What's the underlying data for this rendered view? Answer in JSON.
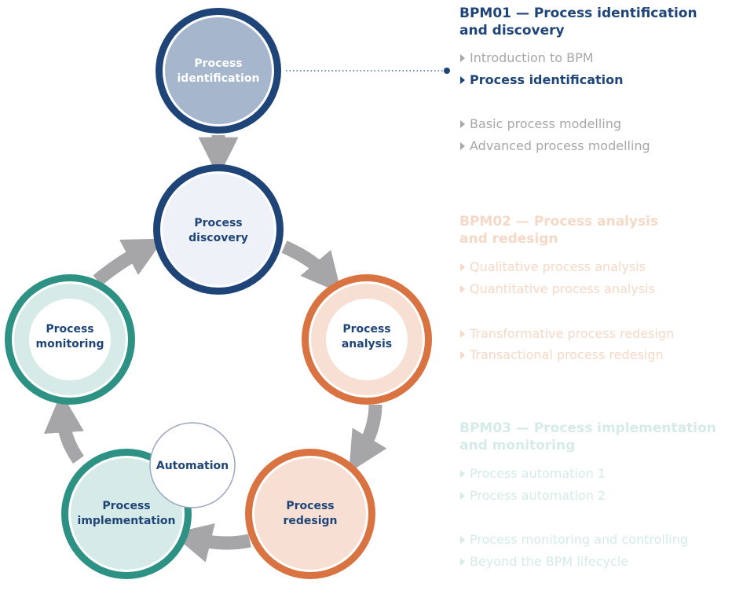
{
  "diagram": {
    "colors": {
      "navy": "#1e4478",
      "navy_light": "#a5b6cd",
      "navy_pale": "#e9eef5",
      "orange": "#d97442",
      "orange_pale": "#f7e0d3",
      "teal": "#2d9184",
      "teal_pale": "#d6eae7",
      "arrow": "#a6a6a8"
    },
    "nodes": {
      "identification": {
        "line1": "Process",
        "line2": "identification"
      },
      "discovery": {
        "line1": "Process",
        "line2": "discovery"
      },
      "analysis": {
        "line1": "Process",
        "line2": "analysis"
      },
      "redesign": {
        "line1": "Process",
        "line2": "redesign"
      },
      "implementation": {
        "line1": "Process",
        "line2": "implementation"
      },
      "monitoring": {
        "line1": "Process",
        "line2": "monitoring"
      },
      "automation": {
        "label": "Automation"
      }
    }
  },
  "modules": [
    {
      "title_line1": "BPM01 — Process identification",
      "title_line2": "and discovery",
      "items": [
        "Introduction to BPM",
        "Process identification",
        "Basic process modelling",
        "Advanced process modelling"
      ]
    },
    {
      "title_line1": "BPM02 — Process analysis",
      "title_line2": "and redesign",
      "items": [
        "Qualitative process analysis",
        "Quantitative process analysis",
        "Transformative process redesign",
        "Transactional process redesign"
      ]
    },
    {
      "title_line1": "BPM03 — Process implementation",
      "title_line2": "and monitoring",
      "items": [
        "Process automation 1",
        "Process automation 2",
        "Process monitoring and controlling",
        "Beyond the BPM lifecycle"
      ]
    }
  ]
}
